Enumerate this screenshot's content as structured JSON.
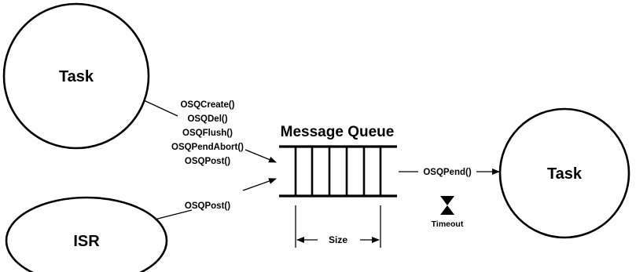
{
  "nodes": {
    "task_left": "Task",
    "isr": "ISR",
    "task_right": "Task"
  },
  "queue": {
    "title": "Message Queue",
    "size_label": "Size"
  },
  "task_calls": [
    "OSQCreate()",
    "OSQDel()",
    "OSQFlush()",
    "OSQPendAbort()",
    "OSQPost()"
  ],
  "isr_call": "OSQPost()",
  "pend_call": "OSQPend()",
  "timeout_label": "Timeout"
}
